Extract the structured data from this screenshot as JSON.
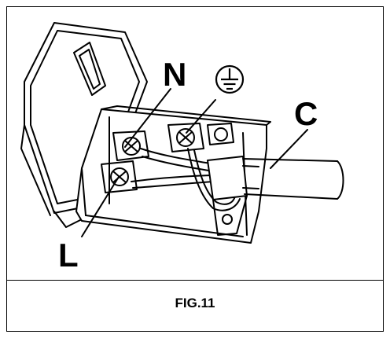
{
  "figure": {
    "caption": "FIG.11",
    "labels": {
      "neutral": "N",
      "live": "L",
      "cable": "C"
    },
    "earth_symbol": "earth-ground-icon"
  }
}
